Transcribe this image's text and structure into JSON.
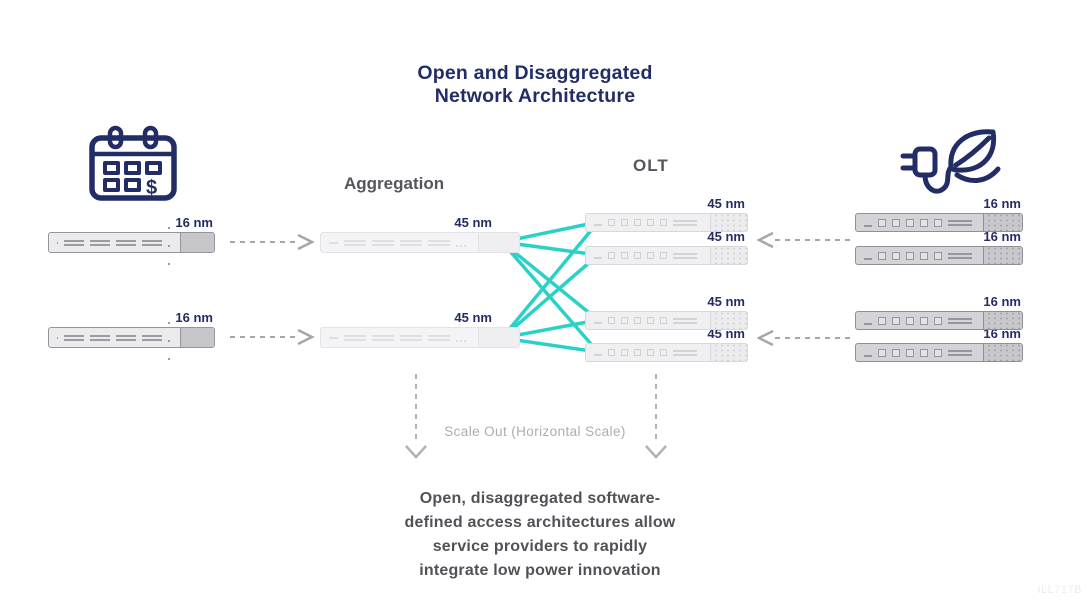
{
  "title": "Open and Disaggregated\nNetwork Architecture",
  "section_labels": {
    "aggregation": "Aggregation",
    "olt": "OLT"
  },
  "devices": {
    "access_left": [
      {
        "label": "16 nm"
      },
      {
        "label": "16 nm"
      }
    ],
    "aggregation": [
      {
        "label": "45 nm"
      },
      {
        "label": "45 nm"
      }
    ],
    "olt": [
      {
        "label": "45 nm"
      },
      {
        "label": "45 nm"
      },
      {
        "label": "45 nm"
      },
      {
        "label": "45 nm"
      }
    ],
    "access_right": [
      {
        "label": "16 nm"
      },
      {
        "label": "16 nm"
      },
      {
        "label": "16 nm"
      },
      {
        "label": "16 nm"
      }
    ]
  },
  "scale_out_label": "Scale Out (Horizontal Scale)",
  "description": "Open, disaggregated software-\ndefined access architectures allow\nservice providers to rapidly\nintegrate low power innovation",
  "watermark": "ILL717B",
  "icons": {
    "left": "calendar-cost-icon",
    "right": "eco-power-plug-icon"
  },
  "colors": {
    "navy": "#222d66",
    "teal": "#2bd1c6",
    "text_gray": "#515257",
    "muted_gray": "#a6a6aa"
  }
}
